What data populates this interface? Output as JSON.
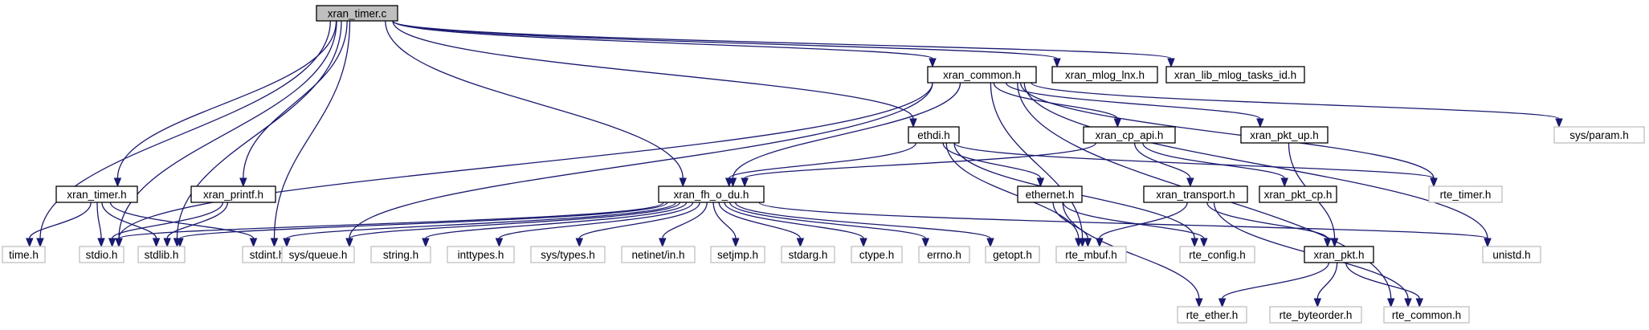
{
  "title": "xran_timer.c",
  "nodes": [
    {
      "id": "xran_timer_c",
      "label": "xran_timer.c",
      "kind": "root"
    },
    {
      "id": "xran_common_h",
      "label": "xran_common.h",
      "kind": "local"
    },
    {
      "id": "xran_mlog_lnx_h",
      "label": "xran_mlog_lnx.h",
      "kind": "local"
    },
    {
      "id": "xran_lib_mlog_tasks_id_h",
      "label": "xran_lib_mlog_tasks_id.h",
      "kind": "local"
    },
    {
      "id": "ethdi_h",
      "label": "ethdi.h",
      "kind": "local"
    },
    {
      "id": "xran_cp_api_h",
      "label": "xran_cp_api.h",
      "kind": "local"
    },
    {
      "id": "xran_pkt_up_h",
      "label": "xran_pkt_up.h",
      "kind": "local"
    },
    {
      "id": "sys_param_h",
      "label": "sys/param.h",
      "kind": "system"
    },
    {
      "id": "xran_timer_h",
      "label": "xran_timer.h",
      "kind": "local"
    },
    {
      "id": "xran_printf_h",
      "label": "xran_printf.h",
      "kind": "local"
    },
    {
      "id": "xran_fh_o_du_h",
      "label": "xran_fh_o_du.h",
      "kind": "local"
    },
    {
      "id": "ethernet_h",
      "label": "ethernet.h",
      "kind": "local"
    },
    {
      "id": "xran_transport_h",
      "label": "xran_transport.h",
      "kind": "local"
    },
    {
      "id": "xran_pkt_cp_h",
      "label": "xran_pkt_cp.h",
      "kind": "local"
    },
    {
      "id": "rte_timer_h",
      "label": "rte_timer.h",
      "kind": "system"
    },
    {
      "id": "time_h",
      "label": "time.h",
      "kind": "system"
    },
    {
      "id": "stdio_h",
      "label": "stdio.h",
      "kind": "system"
    },
    {
      "id": "stdlib_h",
      "label": "stdlib.h",
      "kind": "system"
    },
    {
      "id": "stdint_h",
      "label": "stdint.h",
      "kind": "system"
    },
    {
      "id": "sys_queue_h",
      "label": "sys/queue.h",
      "kind": "system"
    },
    {
      "id": "string_h",
      "label": "string.h",
      "kind": "system"
    },
    {
      "id": "inttypes_h",
      "label": "inttypes.h",
      "kind": "system"
    },
    {
      "id": "sys_types_h",
      "label": "sys/types.h",
      "kind": "system"
    },
    {
      "id": "netinet_in_h",
      "label": "netinet/in.h",
      "kind": "system"
    },
    {
      "id": "setjmp_h",
      "label": "setjmp.h",
      "kind": "system"
    },
    {
      "id": "stdarg_h",
      "label": "stdarg.h",
      "kind": "system"
    },
    {
      "id": "ctype_h",
      "label": "ctype.h",
      "kind": "system"
    },
    {
      "id": "errno_h",
      "label": "errno.h",
      "kind": "system"
    },
    {
      "id": "getopt_h",
      "label": "getopt.h",
      "kind": "system"
    },
    {
      "id": "rte_mbuf_h",
      "label": "rte_mbuf.h",
      "kind": "system"
    },
    {
      "id": "rte_config_h",
      "label": "rte_config.h",
      "kind": "system"
    },
    {
      "id": "xran_pkt_h",
      "label": "xran_pkt.h",
      "kind": "local"
    },
    {
      "id": "unistd_h",
      "label": "unistd.h",
      "kind": "system"
    },
    {
      "id": "rte_ether_h",
      "label": "rte_ether.h",
      "kind": "system"
    },
    {
      "id": "rte_byteorder_h",
      "label": "rte_byteorder.h",
      "kind": "system"
    },
    {
      "id": "rte_common_h",
      "label": "rte_common.h",
      "kind": "system"
    }
  ],
  "edges": [
    [
      "xran_timer_c",
      "xran_common_h"
    ],
    [
      "xran_timer_c",
      "xran_mlog_lnx_h"
    ],
    [
      "xran_timer_c",
      "xran_lib_mlog_tasks_id_h"
    ],
    [
      "xran_timer_c",
      "ethdi_h"
    ],
    [
      "xran_timer_c",
      "xran_fh_o_du_h"
    ],
    [
      "xran_timer_c",
      "xran_timer_h"
    ],
    [
      "xran_timer_c",
      "xran_printf_h"
    ],
    [
      "xran_timer_c",
      "time_h"
    ],
    [
      "xran_timer_c",
      "stdio_h"
    ],
    [
      "xran_timer_c",
      "stdlib_h"
    ],
    [
      "xran_timer_c",
      "stdint_h"
    ],
    [
      "xran_common_h",
      "xran_fh_o_du_h"
    ],
    [
      "xran_common_h",
      "xran_cp_api_h"
    ],
    [
      "xran_common_h",
      "xran_pkt_up_h"
    ],
    [
      "xran_common_h",
      "sys_param_h"
    ],
    [
      "xran_common_h",
      "rte_timer_h"
    ],
    [
      "xran_common_h",
      "unistd_h"
    ],
    [
      "xran_common_h",
      "rte_common_h"
    ],
    [
      "xran_common_h",
      "rte_mbuf_h"
    ],
    [
      "xran_common_h",
      "stdio_h"
    ],
    [
      "xran_common_h",
      "sys_queue_h"
    ],
    [
      "ethdi_h",
      "xran_fh_o_du_h"
    ],
    [
      "ethdi_h",
      "ethernet_h"
    ],
    [
      "ethdi_h",
      "rte_timer_h"
    ],
    [
      "ethdi_h",
      "rte_mbuf_h"
    ],
    [
      "ethdi_h",
      "rte_config_h"
    ],
    [
      "xran_cp_api_h",
      "xran_fh_o_du_h"
    ],
    [
      "xran_cp_api_h",
      "xran_transport_h"
    ],
    [
      "xran_cp_api_h",
      "xran_pkt_cp_h"
    ],
    [
      "xran_pkt_up_h",
      "xran_pkt_h"
    ],
    [
      "xran_timer_h",
      "time_h"
    ],
    [
      "xran_timer_h",
      "stdio_h"
    ],
    [
      "xran_timer_h",
      "stdlib_h"
    ],
    [
      "xran_timer_h",
      "stdint_h"
    ],
    [
      "xran_printf_h",
      "stdio_h"
    ],
    [
      "xran_printf_h",
      "stdlib_h"
    ],
    [
      "xran_fh_o_du_h",
      "stdio_h"
    ],
    [
      "xran_fh_o_du_h",
      "stdlib_h"
    ],
    [
      "xran_fh_o_du_h",
      "stdint_h"
    ],
    [
      "xran_fh_o_du_h",
      "sys_queue_h"
    ],
    [
      "xran_fh_o_du_h",
      "string_h"
    ],
    [
      "xran_fh_o_du_h",
      "inttypes_h"
    ],
    [
      "xran_fh_o_du_h",
      "sys_types_h"
    ],
    [
      "xran_fh_o_du_h",
      "netinet_in_h"
    ],
    [
      "xran_fh_o_du_h",
      "setjmp_h"
    ],
    [
      "xran_fh_o_du_h",
      "stdarg_h"
    ],
    [
      "xran_fh_o_du_h",
      "ctype_h"
    ],
    [
      "xran_fh_o_du_h",
      "errno_h"
    ],
    [
      "xran_fh_o_du_h",
      "getopt_h"
    ],
    [
      "xran_fh_o_du_h",
      "unistd_h"
    ],
    [
      "ethernet_h",
      "rte_mbuf_h"
    ],
    [
      "ethernet_h",
      "rte_config_h"
    ],
    [
      "ethernet_h",
      "rte_ether_h"
    ],
    [
      "xran_transport_h",
      "rte_mbuf_h"
    ],
    [
      "xran_transport_h",
      "xran_pkt_h"
    ],
    [
      "xran_transport_h",
      "rte_common_h"
    ],
    [
      "xran_pkt_h",
      "rte_ether_h"
    ],
    [
      "xran_pkt_h",
      "rte_byteorder_h"
    ],
    [
      "xran_pkt_h",
      "rte_common_h"
    ]
  ]
}
